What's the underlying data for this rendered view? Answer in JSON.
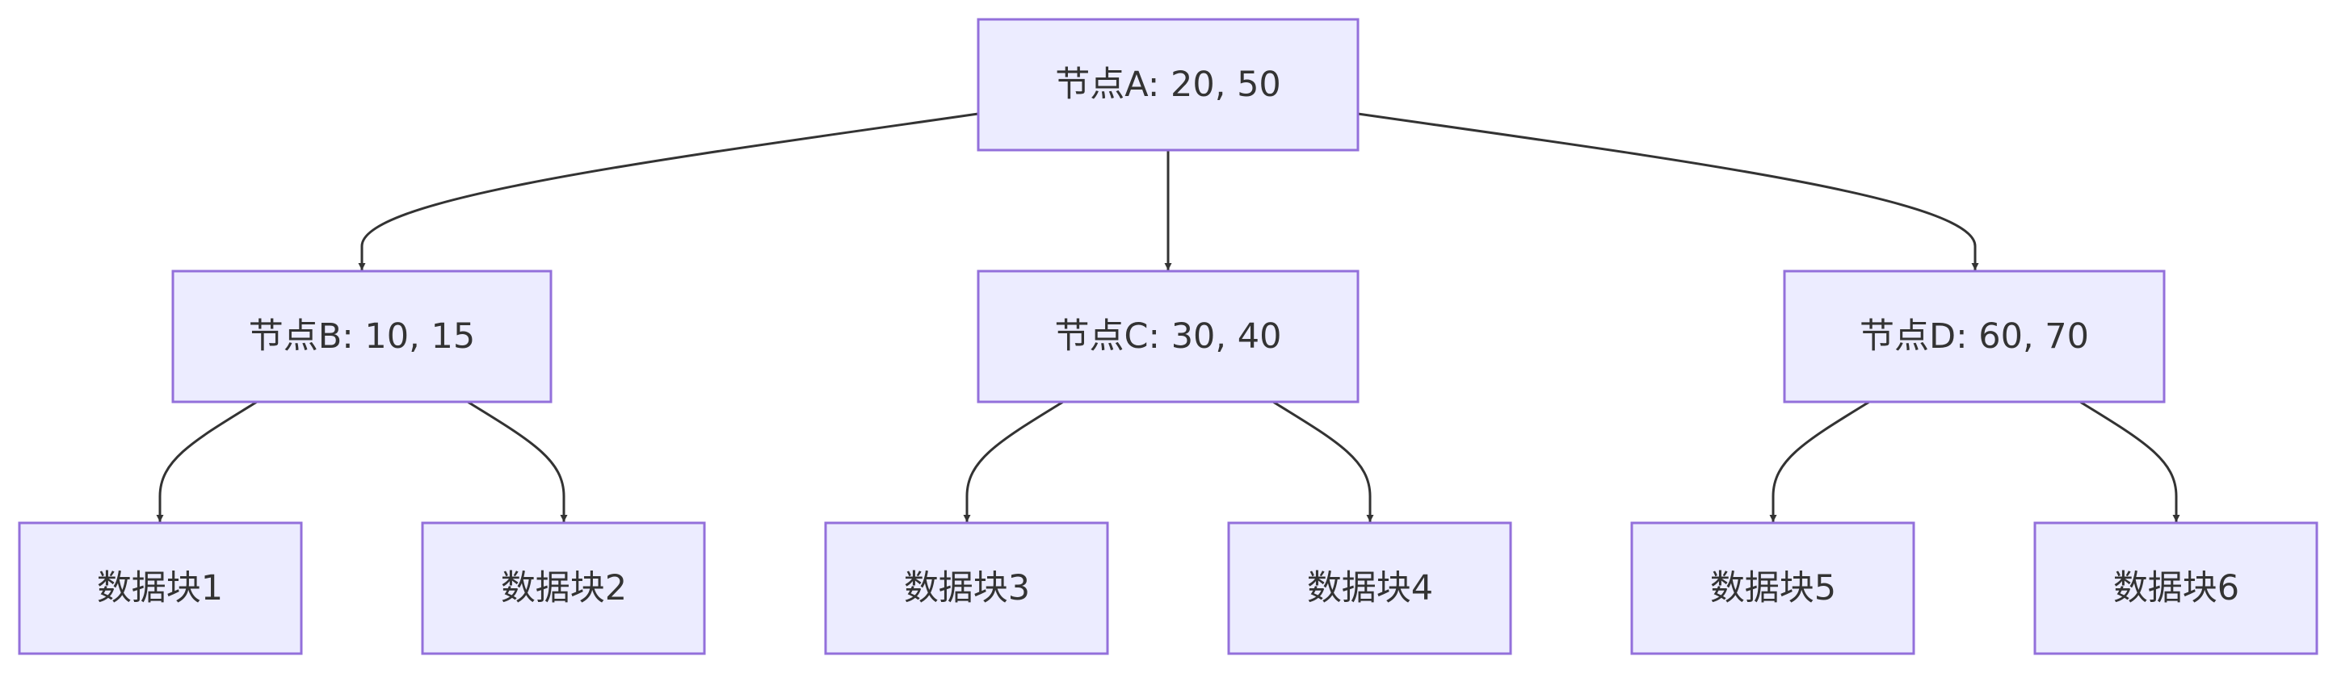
{
  "diagram": {
    "type": "flowchart",
    "direction": "top-down",
    "colors": {
      "node_fill": "#ECECFF",
      "node_border": "#9370DB",
      "edge": "#333333",
      "text": "#333333"
    },
    "nodes": {
      "a": {
        "label": "节点A: 20, 50"
      },
      "b": {
        "label": "节点B: 10, 15"
      },
      "c": {
        "label": "节点C: 30, 40"
      },
      "d": {
        "label": "节点D: 60, 70"
      },
      "block1": {
        "label": "数据块1"
      },
      "block2": {
        "label": "数据块2"
      },
      "block3": {
        "label": "数据块3"
      },
      "block4": {
        "label": "数据块4"
      },
      "block5": {
        "label": "数据块5"
      },
      "block6": {
        "label": "数据块6"
      }
    },
    "edges": [
      {
        "from": "a",
        "to": "b"
      },
      {
        "from": "a",
        "to": "c"
      },
      {
        "from": "a",
        "to": "d"
      },
      {
        "from": "b",
        "to": "block1"
      },
      {
        "from": "b",
        "to": "block2"
      },
      {
        "from": "c",
        "to": "block3"
      },
      {
        "from": "c",
        "to": "block4"
      },
      {
        "from": "d",
        "to": "block5"
      },
      {
        "from": "d",
        "to": "block6"
      }
    ]
  }
}
